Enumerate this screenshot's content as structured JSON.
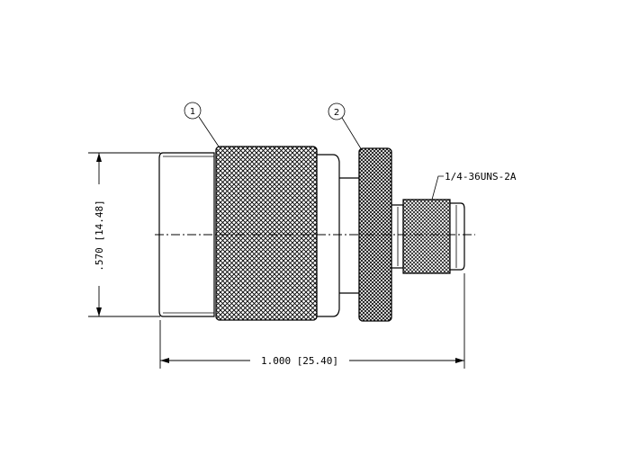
{
  "drawing": {
    "callouts": [
      {
        "number": "1"
      },
      {
        "number": "2"
      }
    ],
    "thread_note": "1/4-36UNS-2A",
    "dimension_height": ".570 [14.48]",
    "dimension_length": "1.000 [25.40]"
  }
}
